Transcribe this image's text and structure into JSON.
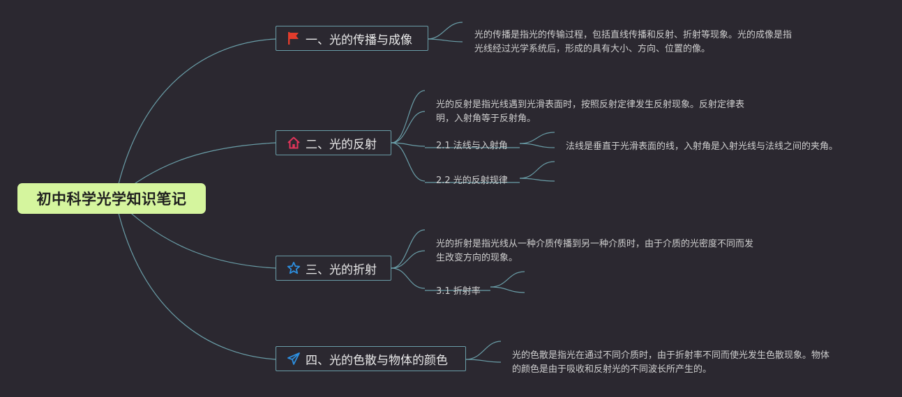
{
  "root": {
    "label": "初中科学光学知识笔记"
  },
  "branches": [
    {
      "label": "一、光的传播与成像",
      "icon": "flag-icon",
      "icon_color": "#e23c2c",
      "note": [
        "光的传播是指光的传输过程，包括直线传播和反射、折射等现象。光的成像是指",
        "光线经过光学系统后，形成的具有大小、方向、位置的像。"
      ]
    },
    {
      "label": "二、光的反射",
      "icon": "home-icon",
      "icon_color": "#e2345a",
      "note": [
        "光的反射是指光线遇到光滑表面时，按照反射定律发生反射现象。反射定律表",
        "明，入射角等于反射角。"
      ],
      "subs": [
        {
          "label": "2.1 法线与入射角",
          "note": "法线是垂直于光滑表面的线，入射角是入射光线与法线之间的夹角。"
        },
        {
          "label": "2.2 光的反射规律",
          "note": ""
        }
      ]
    },
    {
      "label": "三、光的折射",
      "icon": "star-icon",
      "icon_color": "#2d8fe0",
      "note": [
        "光的折射是指光线从一种介质传播到另一种介质时，由于介质的光密度不同而发",
        "生改变方向的现象。"
      ],
      "subs": [
        {
          "label": "3.1 折射率",
          "note": ""
        }
      ]
    },
    {
      "label": "四、光的色散与物体的颜色",
      "icon": "send-icon",
      "icon_color": "#2d8fe0",
      "note": [
        "光的色散是指光在通过不同介质时，由于折射率不同而使光发生色散现象。物体",
        "的颜色是由于吸收和反射光的不同波长所产生的。"
      ]
    }
  ],
  "colors": {
    "background": "#2b2830",
    "root_fill": "#d5f59e",
    "branch_border": "#6a9ea8",
    "connector": "#6a9ea8",
    "text": "#cfcfcf"
  }
}
